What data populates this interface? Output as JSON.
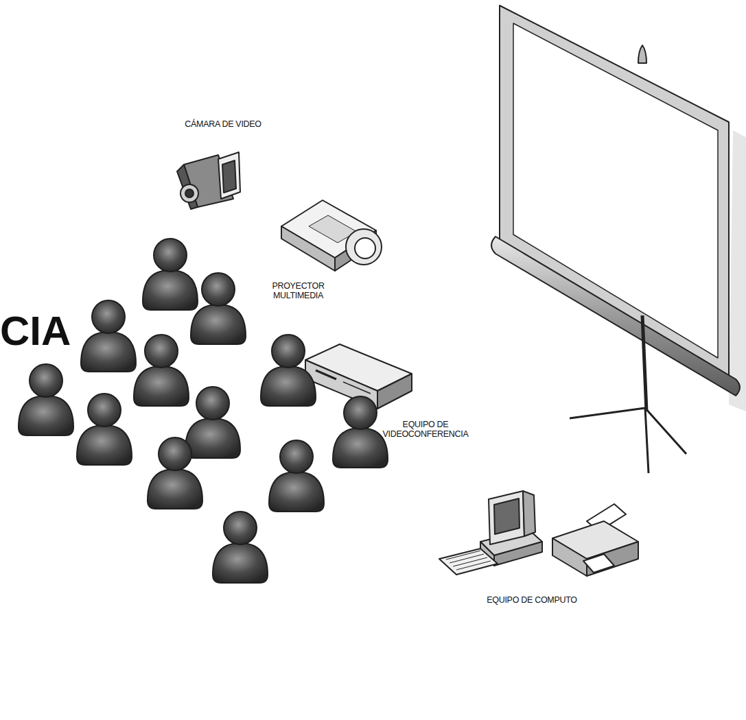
{
  "diagram": {
    "title": "CIA",
    "labels": [
      "CÁMARA DE VIDEO",
      "PROYECTOR MULTIMEDIA",
      "EQUIPO DE VIDEOCONFERENCIA",
      "EQUIPO DE COMPUTO"
    ]
  }
}
